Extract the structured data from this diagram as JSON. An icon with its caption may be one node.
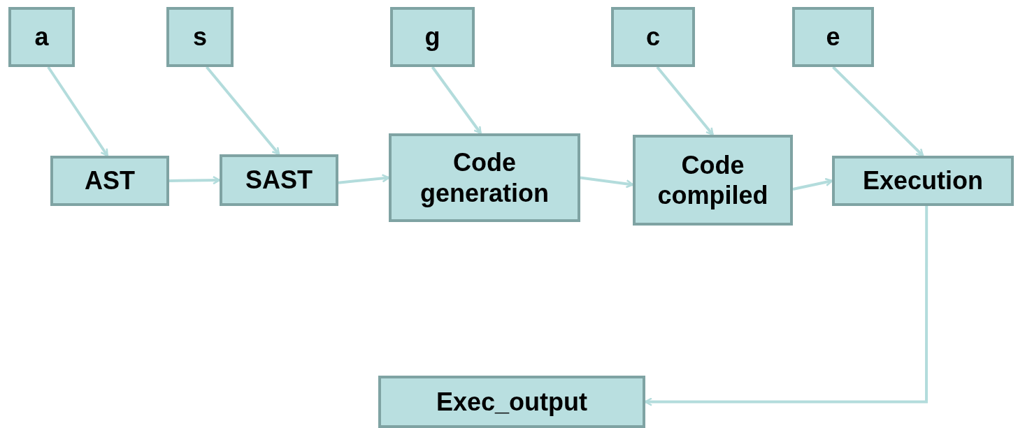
{
  "diagram": {
    "nodes": [
      {
        "text": [
          "a"
        ]
      },
      {
        "text": [
          "s"
        ]
      },
      {
        "text": [
          "g"
        ]
      },
      {
        "text": [
          "c"
        ]
      },
      {
        "text": [
          "e"
        ]
      },
      {
        "text": [
          "AST"
        ]
      },
      {
        "text": [
          "SAST"
        ]
      },
      {
        "text": [
          "Code generation"
        ]
      },
      {
        "text": [
          "Code compiled"
        ]
      },
      {
        "text": [
          "Execution"
        ]
      },
      {
        "text": [
          "Exec_output"
        ]
      }
    ],
    "edges": [
      {
        "from": 0,
        "to": 5,
        "arrow": "to"
      },
      {
        "from": 1,
        "to": 6,
        "arrow": "to"
      },
      {
        "from": 2,
        "to": 7,
        "arrow": "to"
      },
      {
        "from": 3,
        "to": 8,
        "arrow": "to"
      },
      {
        "from": 4,
        "to": 9,
        "arrow": "to"
      },
      {
        "from": 5,
        "to": 6,
        "arrow": "to"
      },
      {
        "from": 6,
        "to": 7,
        "arrow": "to"
      },
      {
        "from": 7,
        "to": 8,
        "arrow": "to"
      },
      {
        "from": 8,
        "to": 9,
        "arrow": "to"
      },
      {
        "from": 9,
        "to": 10,
        "arrow": "to"
      }
    ]
  }
}
